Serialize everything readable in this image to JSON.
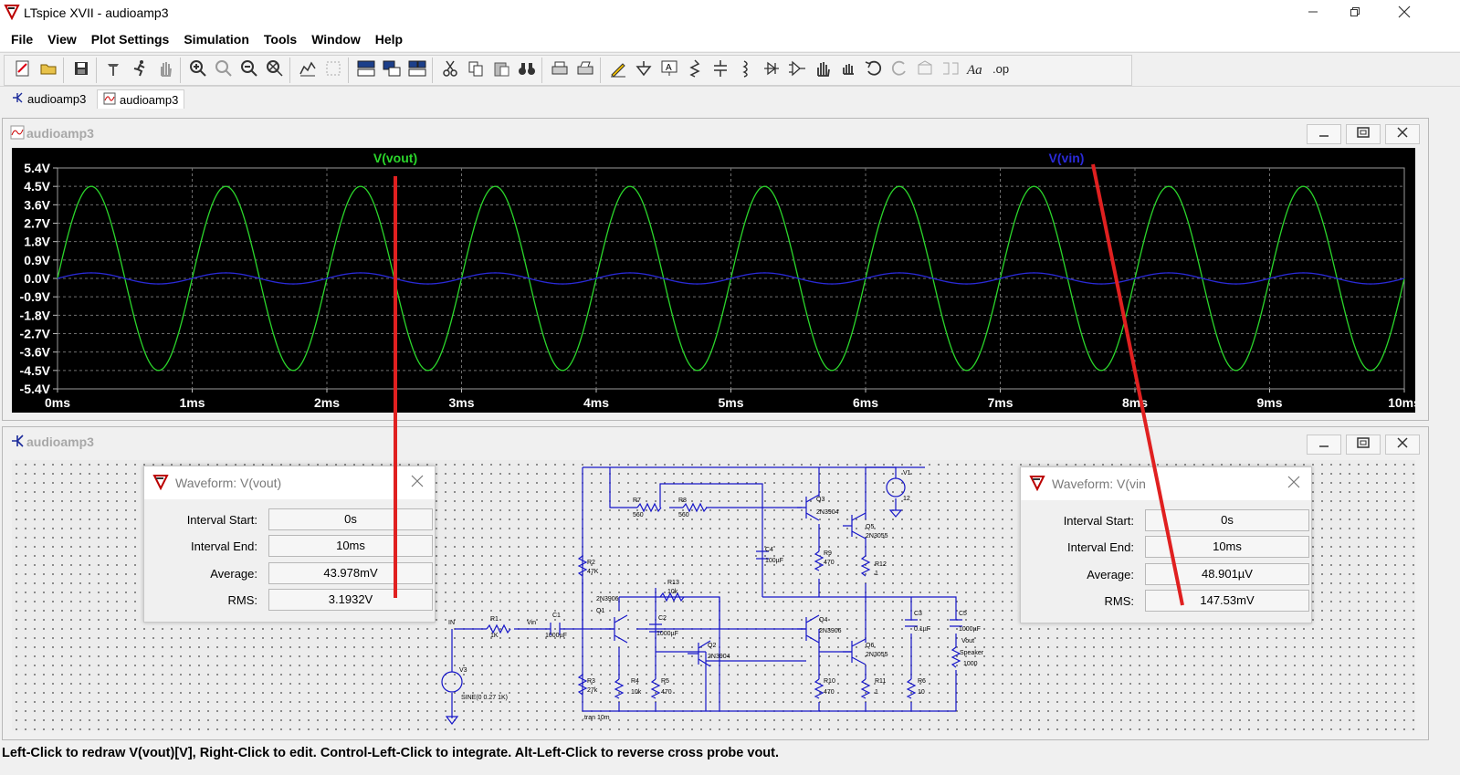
{
  "window": {
    "title": "LTspice XVII - audioamp3"
  },
  "menu": [
    "File",
    "View",
    "Plot Settings",
    "Simulation",
    "Tools",
    "Window",
    "Help"
  ],
  "tabs": [
    {
      "label": "audioamp3",
      "kind": "schematic"
    },
    {
      "label": "audioamp3",
      "kind": "waveform"
    }
  ],
  "plot_window": {
    "title": "audioamp3",
    "trace_labels": [
      "V(vout)",
      "V(vin)"
    ]
  },
  "chart_data": {
    "type": "line",
    "x_ticks": [
      "0ms",
      "1ms",
      "2ms",
      "3ms",
      "4ms",
      "5ms",
      "6ms",
      "7ms",
      "8ms",
      "9ms",
      "10ms"
    ],
    "y_ticks": [
      "5.4V",
      "4.5V",
      "3.6V",
      "2.7V",
      "1.8V",
      "0.9V",
      "0.0V",
      "-0.9V",
      "-1.8V",
      "-2.7V",
      "-3.6V",
      "-4.5V",
      "-5.4V"
    ],
    "xlim": [
      0,
      10
    ],
    "ylim": [
      -5.4,
      5.4
    ],
    "grid": true,
    "series": [
      {
        "name": "V(vout)",
        "color": "#2bd62b",
        "amplitude": 4.5,
        "frequency_khz": 1,
        "phase_deg": 0,
        "offset": 0.0
      },
      {
        "name": "V(vin)",
        "color": "#2a2ad8",
        "amplitude": 0.27,
        "frequency_khz": 1,
        "phase_deg": 0,
        "offset": 0.0
      }
    ],
    "background": "#000000"
  },
  "schematic_window": {
    "title": "audioamp3",
    "labels": [
      {
        "text": "IN"
      },
      {
        "text": "R1"
      },
      {
        "text": "1K"
      },
      {
        "text": "Vin"
      },
      {
        "text": "C1"
      },
      {
        "text": "1000µF"
      },
      {
        "text": "V3"
      },
      {
        "text": "SINE(0 0.27 1K)"
      },
      {
        "text": "R2"
      },
      {
        "text": "47K"
      },
      {
        "text": "R3"
      },
      {
        "text": "27k"
      },
      {
        "text": "R7"
      },
      {
        "text": "560"
      },
      {
        "text": "R8"
      },
      {
        "text": "560"
      },
      {
        "text": "2N3906"
      },
      {
        "text": "Q1"
      },
      {
        "text": "R13"
      },
      {
        "text": "10k"
      },
      {
        "text": "C2"
      },
      {
        "text": "1000µF"
      },
      {
        "text": "R4"
      },
      {
        "text": "10k"
      },
      {
        "text": "R5"
      },
      {
        "text": "470"
      },
      {
        "text": "Q2"
      },
      {
        "text": "2N3904"
      },
      {
        "text": "C4"
      },
      {
        "text": "100µF"
      },
      {
        "text": "Q3"
      },
      {
        "text": "2N3904"
      },
      {
        "text": "R9"
      },
      {
        "text": "470"
      },
      {
        "text": "Q4"
      },
      {
        "text": "2N3906"
      },
      {
        "text": "R10"
      },
      {
        "text": "470"
      },
      {
        "text": "Q5"
      },
      {
        "text": "2N3055"
      },
      {
        "text": "R12"
      },
      {
        "text": "1"
      },
      {
        "text": "Q6"
      },
      {
        "text": "2N3055"
      },
      {
        "text": "R11"
      },
      {
        "text": "1"
      },
      {
        "text": "V1"
      },
      {
        "text": "12"
      },
      {
        "text": "C3"
      },
      {
        "text": "0.1µF"
      },
      {
        "text": "R6"
      },
      {
        "text": "10"
      },
      {
        "text": "C5"
      },
      {
        "text": "1000µF"
      },
      {
        "text": "Vout"
      },
      {
        "text": "Speaker"
      },
      {
        "text": "1000"
      },
      {
        "text": ".tran 10m"
      }
    ]
  },
  "dialogs": [
    {
      "title": "Waveform: V(vout)",
      "rows": [
        {
          "label": "Interval Start:",
          "value": "0s"
        },
        {
          "label": "Interval End:",
          "value": "10ms"
        },
        {
          "label": "Average:",
          "value": "43.978mV"
        },
        {
          "label": "RMS:",
          "value": "3.1932V"
        }
      ]
    },
    {
      "title": "Waveform: V(vin",
      "rows": [
        {
          "label": "Interval Start:",
          "value": "0s"
        },
        {
          "label": "Interval End:",
          "value": "10ms"
        },
        {
          "label": "Average:",
          "value": "48.901µV"
        },
        {
          "label": "RMS:",
          "value": "147.53mV"
        }
      ]
    }
  ],
  "annotation_color": "#e02020",
  "status_text": "Left-Click to redraw V(vout)[V],  Right-Click to edit. Control-Left-Click to integrate. Alt-Left-Click to reverse cross probe vout."
}
